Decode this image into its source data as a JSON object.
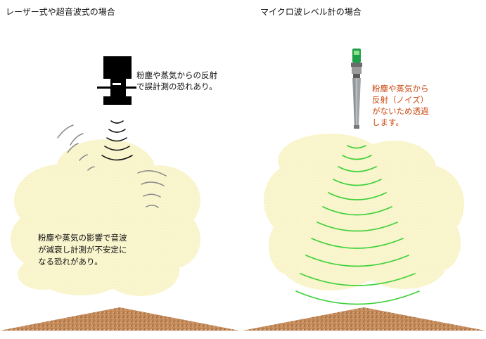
{
  "panels": {
    "left": {
      "title": "レーザー式や超音波式の場合",
      "sensor_note": [
        "粉塵や蒸気からの反射",
        "で誤計測の恐れあり。"
      ],
      "cloud_note": [
        "粉塵や蒸気の影響で音波",
        "が減衰し計測が不安定に",
        "なる恐れがあり。"
      ]
    },
    "right": {
      "title": "マイクロ波レベル計の場合",
      "sensor_note": [
        "粉塵や蒸気から",
        "反射（ノイズ）",
        "がないため透過",
        "します。"
      ]
    }
  },
  "colors": {
    "cloud_fill": "#fbf8d4",
    "cloud_edge": "#efe6a9",
    "wave_left": "#111111",
    "wave_scatter": "#8a8a8a",
    "wave_right": "#3fd13a",
    "note_right": "#cc4a14",
    "pile": "#b5774a",
    "sensor_head": "#1ea04a"
  },
  "icons": {
    "left_sensor": "ultrasonic-sensor-icon",
    "right_sensor": "microwave-radar-sensor-icon"
  }
}
